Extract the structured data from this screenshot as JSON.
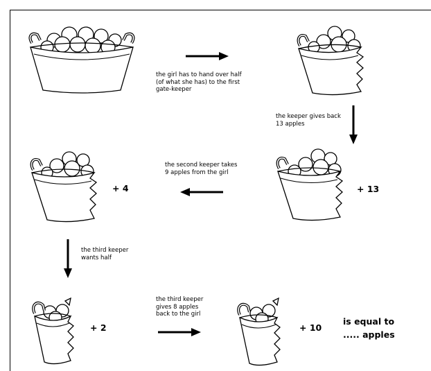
{
  "notes": {
    "step1": "the girl has to hand over half\n(of what she has) to the first\ngate-keeper",
    "step2": "the keeper gives back\n13 apples",
    "step3": "the second keeper takes\n9 apples from the girl",
    "step4": "the third keeper\nwants half",
    "step5": "the third keeper\ngives 8 apples\nback to the girl"
  },
  "counts": {
    "plus13": "+ 13",
    "plus4": "+ 4",
    "plus2": "+ 2",
    "plus10": "+ 10"
  },
  "result": {
    "line1": "is equal to",
    "line2": "..... apples"
  }
}
